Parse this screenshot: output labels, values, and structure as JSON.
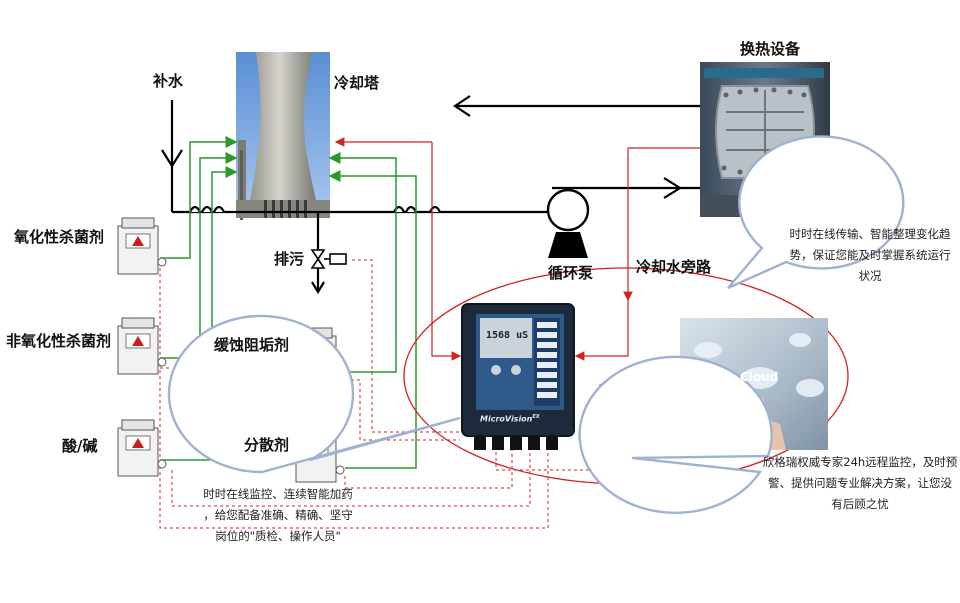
{
  "labels": {
    "makeup_water": "补水",
    "cooling_tower": "冷却塔",
    "heat_exchanger": "换热设备",
    "blowdown": "排污",
    "circulation_pump": "循环泵",
    "bypass": "冷却水旁路",
    "oxidizing_biocide": "氧化性杀菌剂",
    "non_oxidizing_biocide": "非氧化性杀菌剂",
    "acid_base": "酸/碱",
    "corrosion_inhibitor": "缓蚀阻垢剂",
    "dispersant": "分散剂"
  },
  "controller": {
    "display_value": "1568 uS",
    "brand": "MicroVision",
    "brand_suffix": "EX"
  },
  "cloud": {
    "label": "Cloud"
  },
  "bubbles": {
    "top_right": [
      "时时在线传输、智能整理变化趋",
      "势，保证您能及时掌握系统运行",
      "状况"
    ],
    "bottom_right": [
      "欣格瑞权威专家24h远程监控，及时预",
      "警、提供问题专业解决方案，让您没",
      "有后顾之忧"
    ],
    "bottom_left": [
      "时时在线监控、连续智能加药",
      "，给您配备准确、精确、坚守",
      "岗位的\"质检、操作人员\""
    ]
  },
  "colors": {
    "water_line": "#000000",
    "feed_line": "#2a9a2a",
    "signal_line": "#d42020",
    "bubble_border": "#9fb2d2",
    "ellipse": "#d42020"
  }
}
